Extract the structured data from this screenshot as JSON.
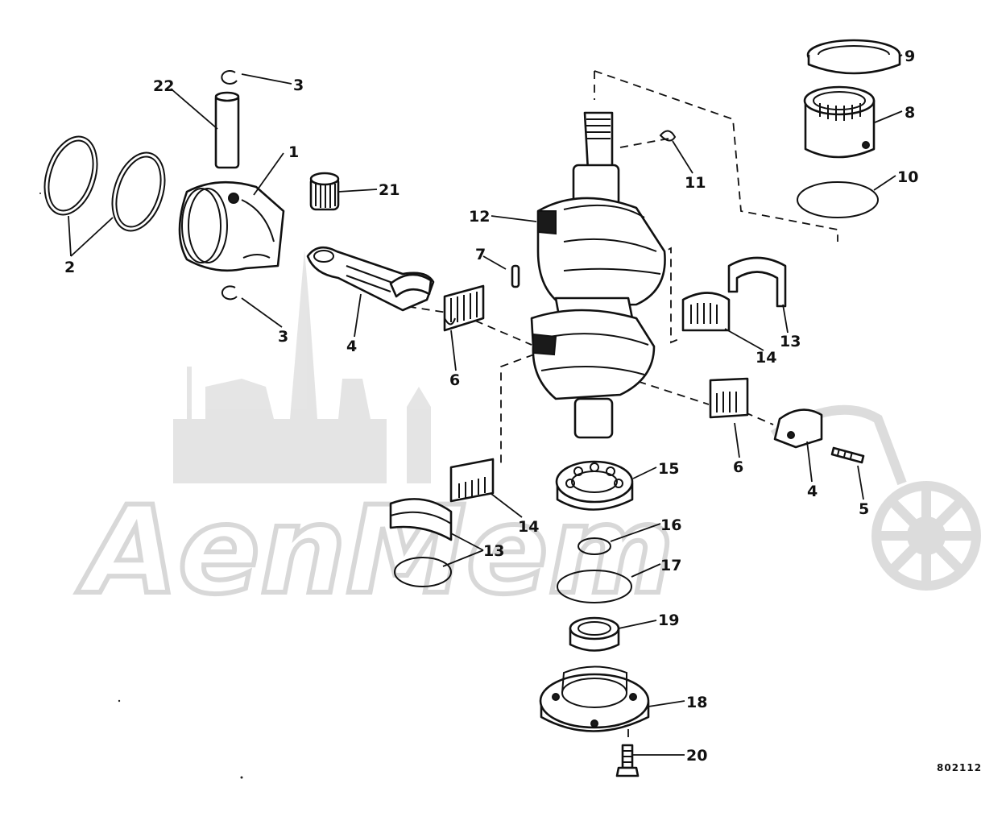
{
  "drawing_code": "802112",
  "callouts": [
    {
      "label": "1"
    },
    {
      "label": "2"
    },
    {
      "label": "3"
    },
    {
      "label": "3"
    },
    {
      "label": "4"
    },
    {
      "label": "4"
    },
    {
      "label": "5"
    },
    {
      "label": "6"
    },
    {
      "label": "6"
    },
    {
      "label": "7"
    },
    {
      "label": "8"
    },
    {
      "label": "9"
    },
    {
      "label": "10"
    },
    {
      "label": "11"
    },
    {
      "label": "12"
    },
    {
      "label": "13"
    },
    {
      "label": "13"
    },
    {
      "label": "14"
    },
    {
      "label": "14"
    },
    {
      "label": "15"
    },
    {
      "label": "16"
    },
    {
      "label": "17"
    },
    {
      "label": "18"
    },
    {
      "label": "19"
    },
    {
      "label": "20"
    },
    {
      "label": "21"
    },
    {
      "label": "22"
    }
  ],
  "watermark": {
    "text": "AenMem"
  }
}
